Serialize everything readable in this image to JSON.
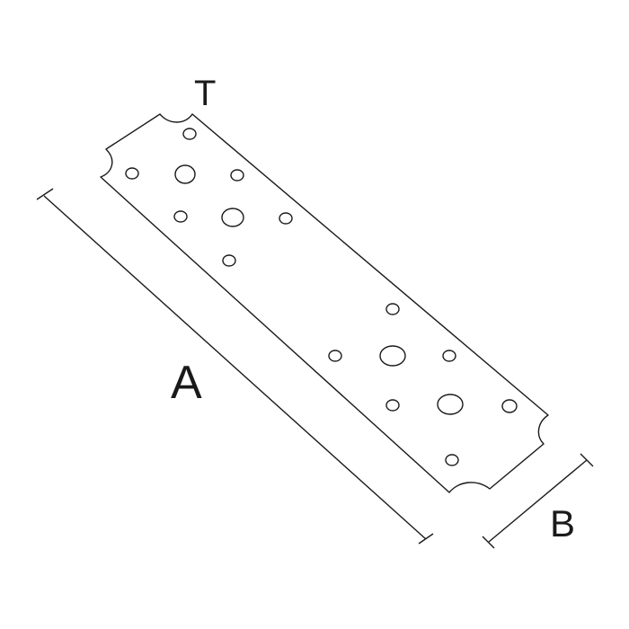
{
  "labels": {
    "thickness": "T",
    "length": "A",
    "width": "B"
  },
  "colors": {
    "stroke": "#1a1a1a",
    "background": "#ffffff"
  }
}
